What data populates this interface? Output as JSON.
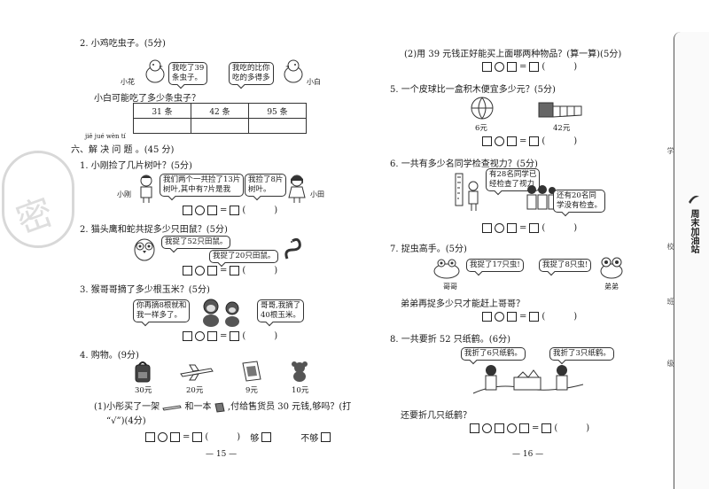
{
  "left": {
    "q2_title": "2. 小鸡吃虫子。(5分)",
    "q2_chick1_name": "小花",
    "q2_chick1_bubble": [
      "我吃了39",
      "条虫子。"
    ],
    "q2_chick2_bubble": [
      "我吃的比你",
      "吃的多得多"
    ],
    "q2_chick2_name": "小白",
    "q2_question": "小白可能吃了多少条虫子？",
    "q2_options": [
      "31 条",
      "42 条",
      "95 条"
    ],
    "section_pinyin": "jiě jué wèn tí",
    "section_title": "六、解 决 问 题 。(45 分)",
    "q1_title": "1. 小刚捡了几片树叶？(5分)",
    "q1_left_name": "小刚",
    "q1_bubble1": [
      "我们两个一共捡了13片",
      "树叶,其中有7片是我"
    ],
    "q1_bubble2": [
      "我捡了8片",
      "树叶。"
    ],
    "q1_right_name": "小田",
    "q2b_title": "2. 猫头鹰和蛇共捉多少只田鼠？(5分)",
    "q2b_bubble1": "我捉了52只田鼠。",
    "q2b_bubble2": "我捉了20只田鼠。",
    "q3_title": "3. 猴哥哥摘了多少根玉米？(5分)",
    "q3_bubble1": [
      "你再摘8根就和",
      "我一样多了。"
    ],
    "q3_bubble2": [
      "哥哥,我摘了",
      "40根玉米。"
    ],
    "q4_title": "4. 购物。(9分)",
    "q4_items": [
      "30元",
      "20元",
      "9元",
      "10元"
    ],
    "q4_sub1_a": "(1)小彤买了一架",
    "q4_sub1_b": "和一本",
    "q4_sub1_c": ",付给售货员 30 元钱,够吗？(打",
    "q4_sub1_d": "“√”)(4分)",
    "enough": "够",
    "not_enough": "不够",
    "page_number": "— 15 —"
  },
  "right": {
    "q4_sub2": "(2)用 39 元钱正好能买上面哪两种物品？(算一算)(5分)",
    "q5_title": "5. 一个皮球比一盒积木便宜多少元？(5分)",
    "q5_price1": "6元",
    "q5_price2": "42元",
    "q6_title": "6. 一共有多少名同学检查视力？(5分)",
    "q6_bubble1": [
      "有28名同学已",
      "经检查了视力"
    ],
    "q6_bubble2": [
      "还有20名同",
      "学没有检查。"
    ],
    "q7_title": "7. 捉虫高手。(5分)",
    "q7_bubble1": "我捉了17只虫!",
    "q7_bubble2": "我捉了8只虫!",
    "q7_name1": "哥哥",
    "q7_name2": "弟弟",
    "q7_question": "弟弟再捉多少只才能赶上哥哥？",
    "q8_title": "8. 一共要折 52 只纸鹤。(6分)",
    "q8_bubble1": "我折了6只纸鹤。",
    "q8_bubble2": "我折了3只纸鹤。",
    "q8_question": "还要折几只纸鹤？",
    "page_number": "— 16 —"
  },
  "spine": {
    "brand": "周末加油站",
    "labels": [
      "学",
      "校",
      "班",
      "级"
    ]
  }
}
